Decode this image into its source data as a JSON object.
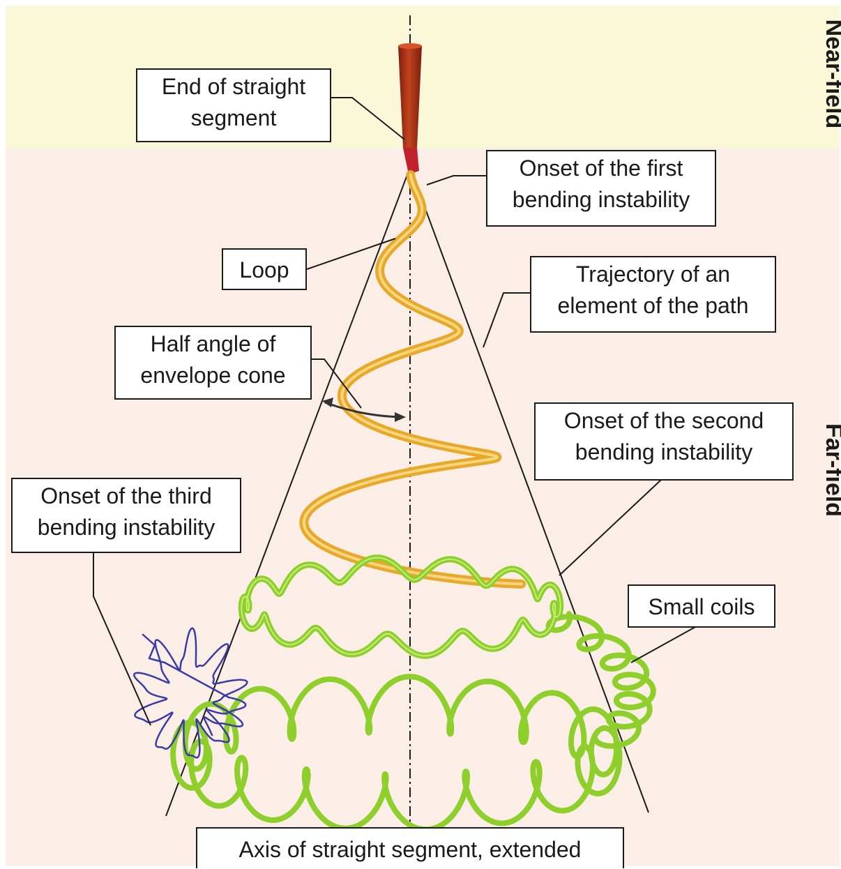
{
  "regions": {
    "near_field": "Near-field",
    "far_field": "Far-field"
  },
  "labels": {
    "end_straight_segment": [
      "End of straight",
      "segment"
    ],
    "onset_first": [
      "Onset of the first",
      "bending instability"
    ],
    "loop": "Loop",
    "trajectory": [
      "Trajectory of an",
      "element of the path"
    ],
    "half_angle": [
      "Half angle of",
      "envelope cone"
    ],
    "onset_second": [
      "Onset of the second",
      "bending instability"
    ],
    "onset_third": [
      "Onset of the third",
      "bending instability"
    ],
    "small_coils": "Small coils",
    "axis": "Axis of straight segment, extended"
  },
  "colors": {
    "near_field_bg": "#fbf8da",
    "far_field_bg": "#fbeee6",
    "jet_straight": "#b2361b",
    "first_instability": "#e8a82a",
    "second_instability": "#8fcf2c",
    "third_instability": "#3a3aa8"
  }
}
